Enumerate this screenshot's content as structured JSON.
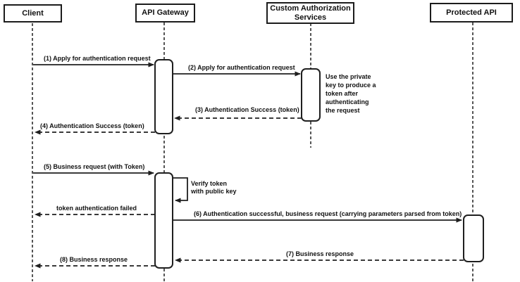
{
  "diagram": {
    "type": "uml-sequence-diagram",
    "participants": [
      {
        "label": "Client"
      },
      {
        "label": "API Gateway"
      },
      {
        "label": "Custom Authorization Services"
      },
      {
        "label": "Protected API"
      }
    ],
    "messages": [
      {
        "seq": "1",
        "label": "(1) Apply for authentication request",
        "from": "Client",
        "to": "API Gateway",
        "line": "solid"
      },
      {
        "seq": "2",
        "label": "(2) Apply for authentication request",
        "from": "API Gateway",
        "to": "Custom Authorization Services",
        "line": "solid"
      },
      {
        "seq": "3",
        "label": "(3) Authentication Success (token)",
        "from": "Custom Authorization Services",
        "to": "API Gateway",
        "line": "dashed"
      },
      {
        "seq": "4",
        "label": "(4) Authentication Success (token)",
        "from": "API Gateway",
        "to": "Client",
        "line": "dashed"
      },
      {
        "seq": "5",
        "label": "(5) Business request (with Token)",
        "from": "Client",
        "to": "API Gateway",
        "line": "solid"
      },
      {
        "seq": "",
        "label": "Verify token\nwith public key",
        "from": "API Gateway",
        "to": "API Gateway",
        "line": "self"
      },
      {
        "seq": "",
        "label": "token authentication failed",
        "from": "API Gateway",
        "to": "Client",
        "line": "dashed"
      },
      {
        "seq": "6",
        "label": "(6) Authentication successful, business request (carrying parameters parsed from token)",
        "from": "API Gateway",
        "to": "Protected API",
        "line": "solid"
      },
      {
        "seq": "7",
        "label": "(7) Business response",
        "from": "Protected API",
        "to": "API Gateway",
        "line": "dashed"
      },
      {
        "seq": "8",
        "label": "(8) Business response",
        "from": "API Gateway",
        "to": "Client",
        "line": "dashed"
      }
    ],
    "note": "Use the private\nkey to produce a\ntoken after\nauthenticating\nthe request",
    "colors": {
      "stroke": "#1f1f1f",
      "shape_fill": "#ffffff",
      "background": "#ffffff",
      "text": "#111111"
    }
  }
}
